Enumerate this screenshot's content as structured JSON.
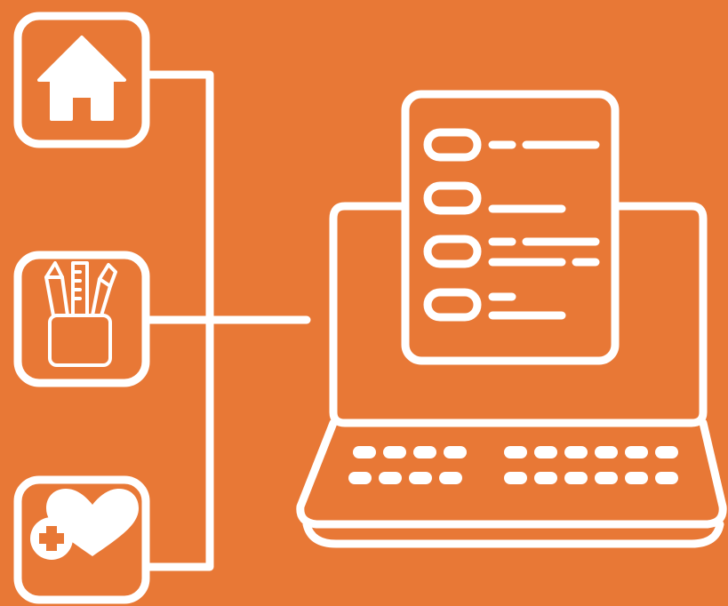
{
  "colors": {
    "background": "#E87836",
    "stroke": "#FFFFFF"
  },
  "icons": [
    {
      "name": "home-icon",
      "role": "category"
    },
    {
      "name": "pencil-cup-icon",
      "role": "category"
    },
    {
      "name": "heart-plus-icon",
      "role": "category"
    }
  ],
  "device": {
    "name": "laptop-icon",
    "document": "checklist-document-icon",
    "list_rows": 4
  }
}
